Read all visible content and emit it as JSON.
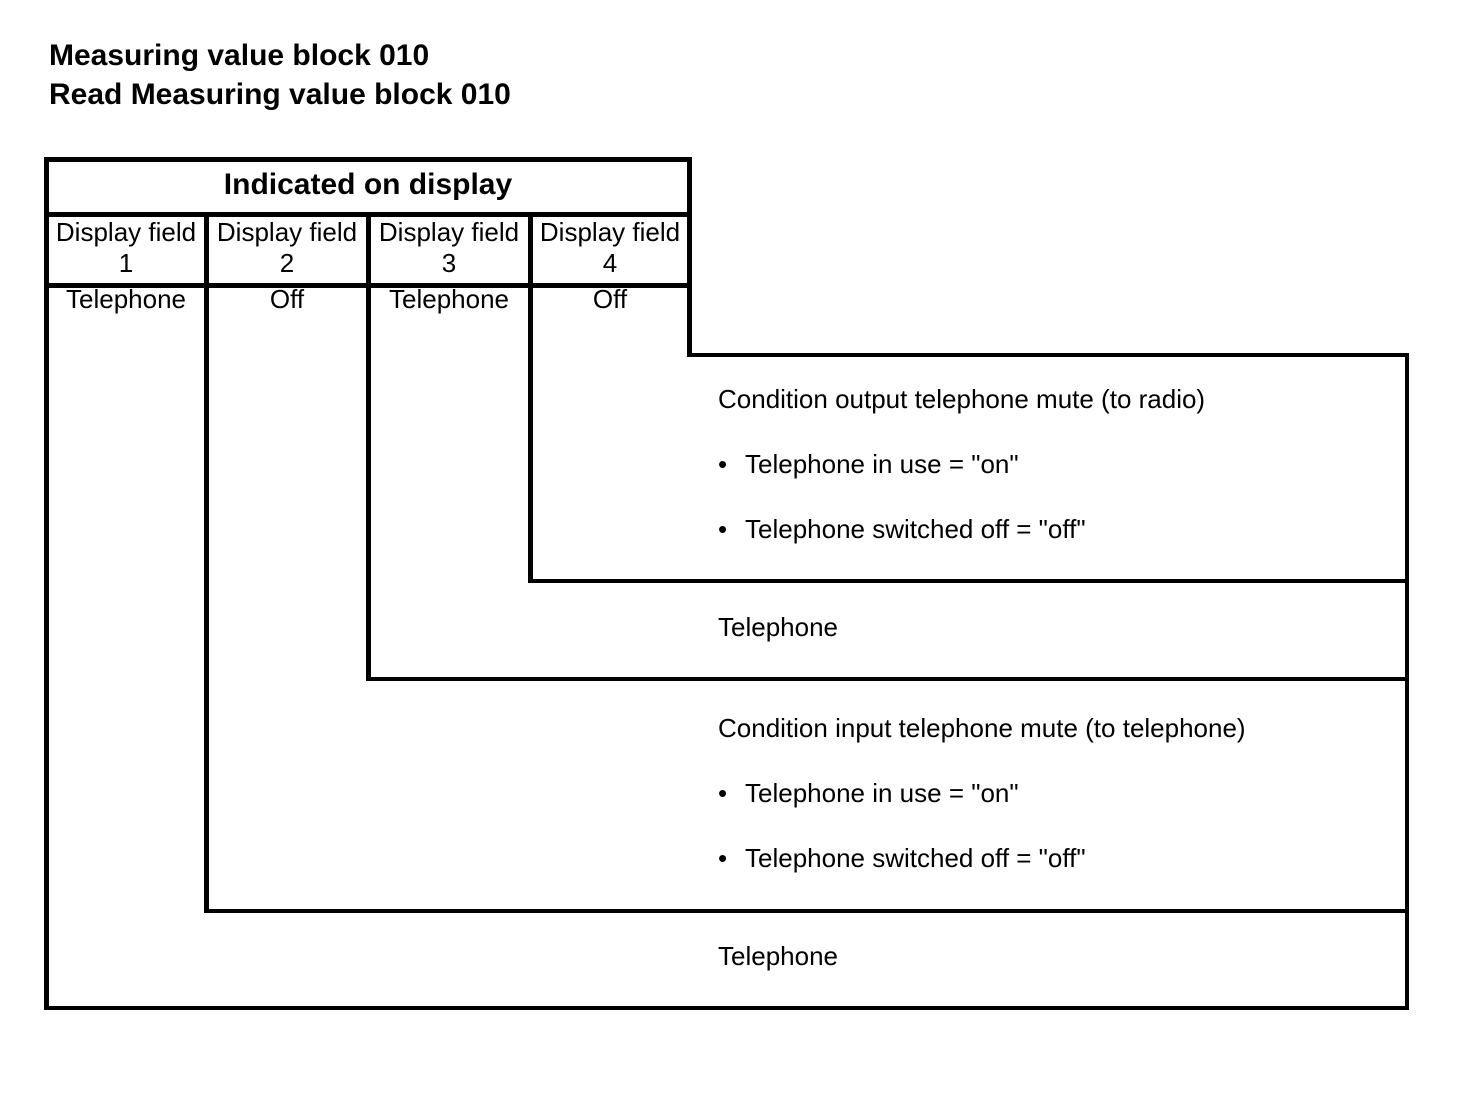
{
  "page": {
    "title_line1": "Measuring value block 010",
    "title_line2": "Read Measuring value block 010",
    "background_color": "#ffffff",
    "line_color": "#000000",
    "text_color": "#000000"
  },
  "table": {
    "header": "Indicated on display",
    "columns": [
      {
        "label": "Display field",
        "number": "1",
        "value": "Telephone"
      },
      {
        "label": "Display field",
        "number": "2",
        "value": "Off"
      },
      {
        "label": "Display field",
        "number": "3",
        "value": "Telephone"
      },
      {
        "label": "Display field",
        "number": "4",
        "value": "Off"
      }
    ]
  },
  "glyphs": {
    "bullet": "•"
  },
  "callouts": [
    {
      "field": "4",
      "title": "Condition output telephone mute (to radio)",
      "bullets": [
        "Telephone in use = \"on\"",
        "Telephone switched off = \"off\""
      ]
    },
    {
      "field": "3",
      "title": "Telephone",
      "bullets": []
    },
    {
      "field": "2",
      "title": "Condition input telephone mute (to telephone)",
      "bullets": [
        "Telephone in use = \"on\"",
        "Telephone switched off = \"off\""
      ]
    },
    {
      "field": "1",
      "title": "Telephone",
      "bullets": []
    }
  ]
}
